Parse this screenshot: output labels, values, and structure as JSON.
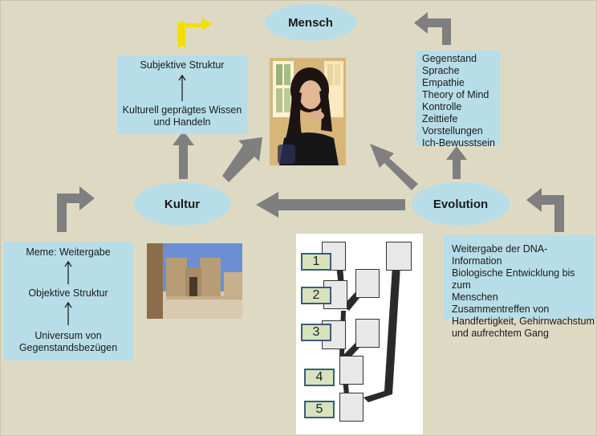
{
  "nodes": {
    "mensch": "Mensch",
    "kultur": "Kultur",
    "evolution": "Evolution"
  },
  "subjective_box": {
    "top": "Subjektive Struktur",
    "bottom": [
      "Kulturell geprägtes Wissen",
      "und Handeln"
    ]
  },
  "meme_box": {
    "top": "Meme: Weitergabe",
    "middle": "Objektive Struktur",
    "bottom": [
      "Universum von",
      "Gegenstandsbezügen"
    ]
  },
  "mensch_features": [
    "Gegenstand",
    "Sprache",
    "Empathie",
    "Theory of Mind",
    "Kontrolle",
    "Zeittiefe",
    "Vorstellungen",
    "Ich-Bewusstsein"
  ],
  "evolution_box": [
    "Weitergabe der DNA-Information",
    "Biologische Entwicklung bis zum",
    "Menschen",
    "Zusammentreffen von",
    "Handfertigkeit, Gehirnwachstum",
    "und aufrechtem Gang"
  ],
  "tree": {
    "numbers": [
      "1",
      "2",
      "3",
      "4",
      "5"
    ]
  },
  "colors": {
    "background": "#ddd9c3",
    "box": "#b7dee8",
    "arrow_gray": "#7f7f7f",
    "arrow_yellow": "#f0e000"
  }
}
